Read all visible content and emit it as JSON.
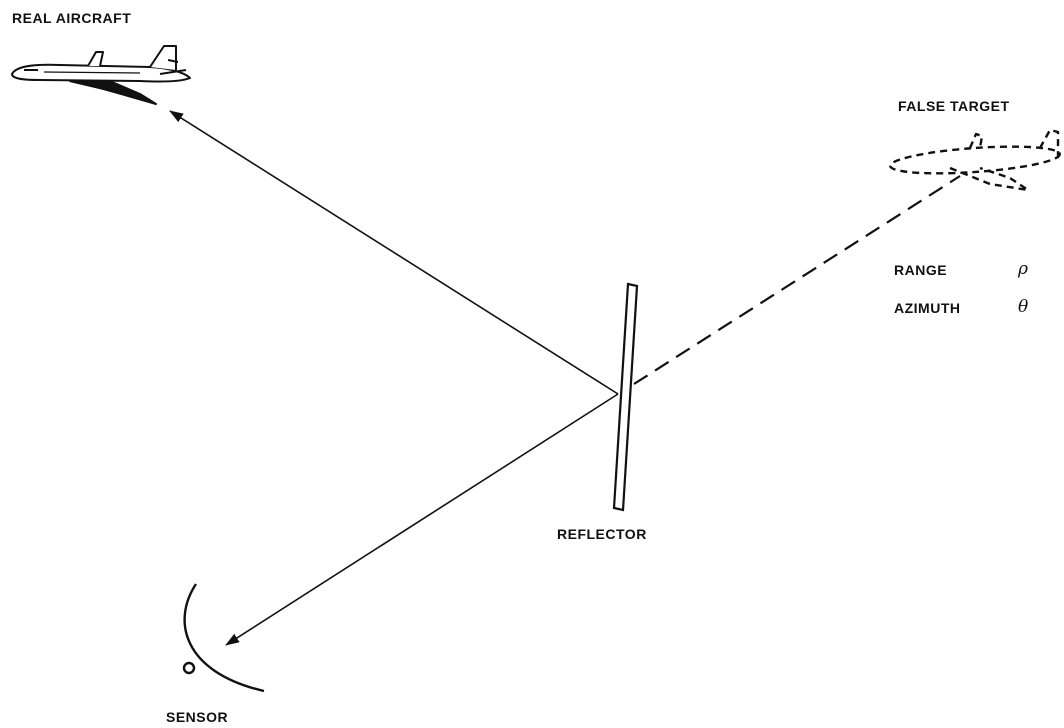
{
  "labels": {
    "real_aircraft": "REAL AIRCRAFT",
    "false_target": "FALSE TARGET",
    "range": "RANGE",
    "range_symbol": "ρ",
    "azimuth": "AZIMUTH",
    "azimuth_symbol": "θ",
    "reflector": "REFLECTOR",
    "sensor": "SENSOR"
  },
  "colors": {
    "ink": "#111111",
    "background": "#ffffff"
  }
}
